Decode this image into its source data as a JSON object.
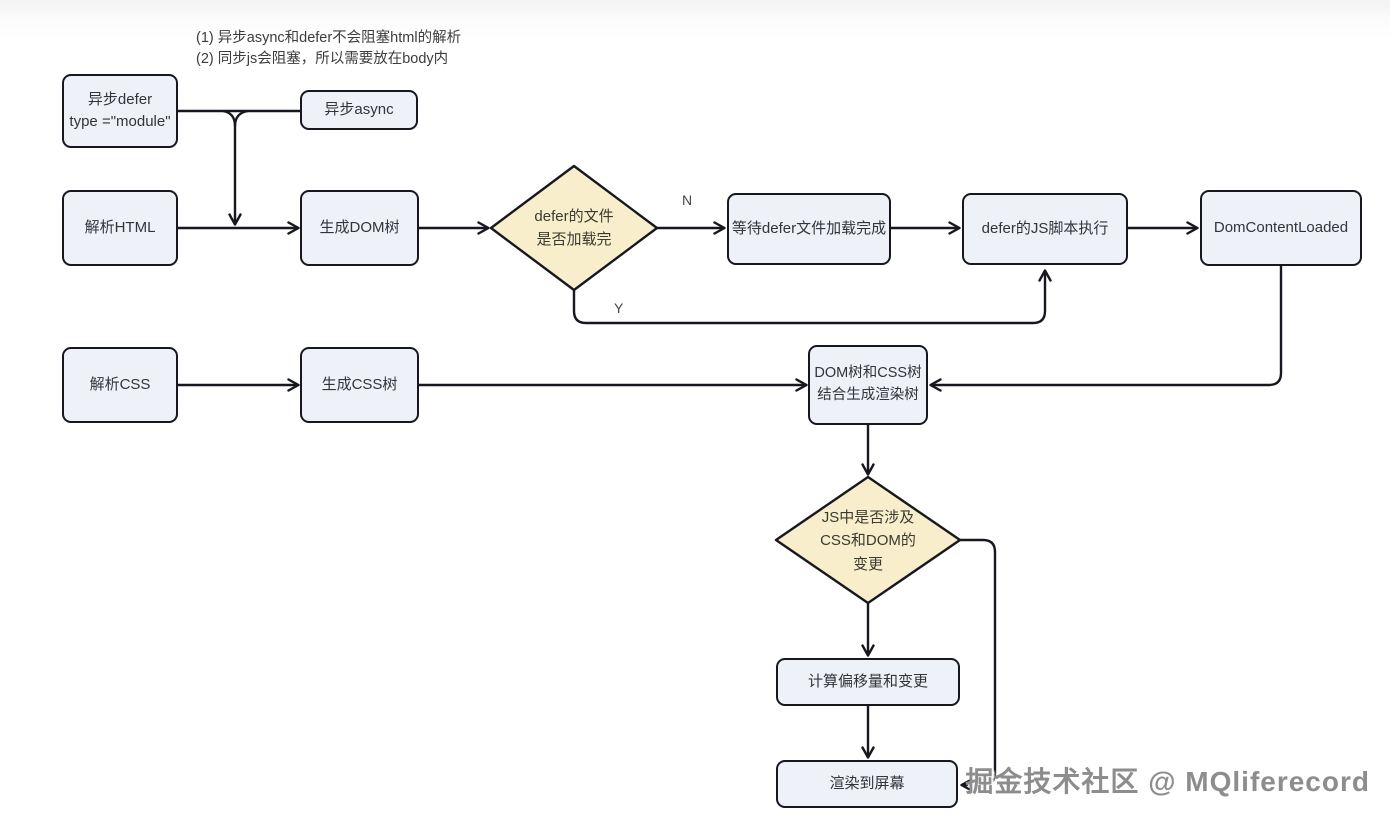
{
  "notes": {
    "line1": "(1) 异步async和defer不会阻塞html的解析",
    "line2": "(2) 同步js会阻塞，所以需要放在body内"
  },
  "nodes": {
    "defer_module": {
      "line1": "异步defer",
      "line2": "type =\"module\""
    },
    "async": {
      "label": "异步async"
    },
    "parse_html": {
      "label": "解析HTML"
    },
    "gen_dom": {
      "label": "生成DOM树"
    },
    "wait_defer": {
      "label": "等待defer文件加载完成"
    },
    "defer_exec": {
      "label": "defer的JS脚本执行"
    },
    "dom_content_loaded": {
      "label": "DomContentLoaded"
    },
    "parse_css": {
      "label": "解析CSS"
    },
    "gen_css": {
      "label": "生成CSS树"
    },
    "render_tree": {
      "line1": "DOM树和CSS树",
      "line2": "结合生成渲染树"
    },
    "calc_offset": {
      "label": "计算偏移量和变更"
    },
    "render_screen": {
      "label": "渲染到屏幕"
    }
  },
  "decisions": {
    "defer_loaded": {
      "line1": "defer的文件",
      "line2": "是否加载完"
    },
    "js_changes": {
      "line1": "JS中是否涉及",
      "line2": "CSS和DOM的",
      "line3": "变更"
    }
  },
  "edge_labels": {
    "no": "N",
    "yes": "Y"
  },
  "watermark": "掘金技术社区 @ MQliferecord",
  "colors": {
    "node_fill": "#eef1f8",
    "node_border": "#17171f",
    "decision_fill": "#f8eecb",
    "connector": "#17171f",
    "text": "#33333b",
    "note_text": "#3c3c3c",
    "watermark_text": "#8d8d8d",
    "background_top": "#f3f3f4",
    "background": "#ffffff"
  }
}
